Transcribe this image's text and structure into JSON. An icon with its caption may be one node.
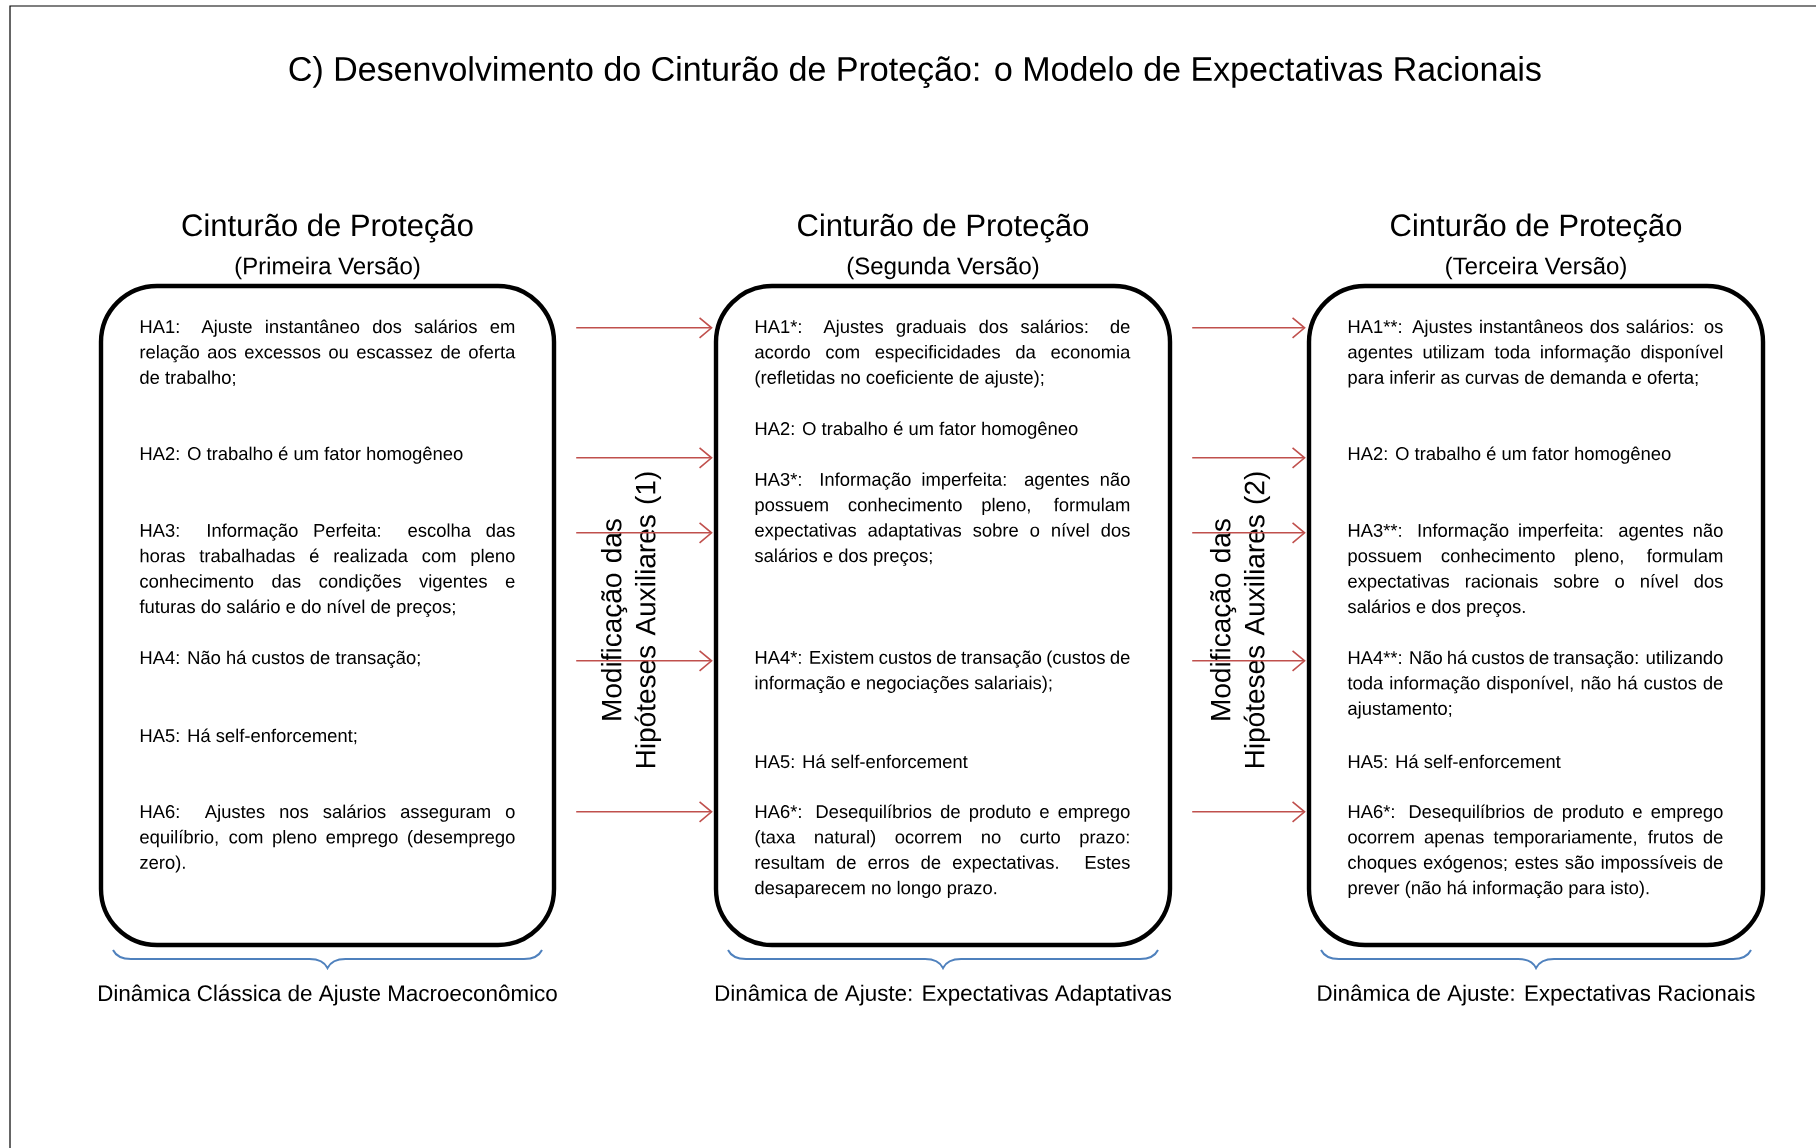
{
  "diagram": {
    "title": "C) Desenvolvimento do Cinturão de Proteção: o Modelo de Expectativas Racionais",
    "nodes": [
      {
        "text": [
          "Cinturão de Proteção",
          "(Primeira Versão)"
        ],
        "beside": [
          "Dinâmica Clássica de Ajuste Macroeconômico"
        ]
      },
      {
        "text": [
          "HA1: Ajuste instantâneo dos salários em relação aos excessos ou escassez de oferta de trabalho;"
        ],
        "in": 0
      },
      {
        "text": [
          "HA2: O trabalho é um fator homogêneo"
        ],
        "in": 0
      },
      {
        "text": [
          "HA3: Informação Perfeita: escolha das horas trabalhadas é realizada com pleno conhecimento das condições vigentes e futuras do salário e do nível de preços;"
        ],
        "in": 0
      },
      {
        "text": [
          "HA4: Não há custos de transação;"
        ],
        "in": 0
      },
      {
        "text": [
          "HA5: Há self-enforcement;"
        ],
        "in": 0
      },
      {
        "text": [
          "HA6: Ajustes nos salários asseguram o equilíbrio, com pleno emprego (desemprego zero)."
        ],
        "in": 0
      },
      {
        "text": [
          "Cinturão de Proteção",
          "(Segunda Versão)"
        ],
        "beside": [
          "Dinâmica de Ajuste: Expectativas Adaptativas"
        ]
      },
      {
        "text": [
          "HA1*: Ajustes graduais dos salários: de acordo com especificidades da economia (refletidas no coeficiente de ajuste);"
        ],
        "in": 7
      },
      {
        "text": [
          "HA2: O trabalho é um fator homogêneo"
        ],
        "in": 7
      },
      {
        "text": [
          "HA3*: Informação imperfeita: agentes não possuem conhecimento pleno, formulam expectativas adaptativas sobre o nível dos salários e dos preços;"
        ],
        "in": 7
      },
      {
        "text": [
          "HA4*: Existem custos de transação (custos de informação e negociações salariais);"
        ],
        "in": 7
      },
      {
        "text": [
          "HA5: Há self-enforcement"
        ],
        "in": 7
      },
      {
        "text": [
          "HA6*: Desequilíbrios de produto e emprego (taxa natural) ocorrem no curto prazo: resultam de erros de expectativas. Estes desaparecem no longo prazo."
        ],
        "in": 7
      },
      {
        "text": [
          "Cinturão de Proteção",
          "(Terceira Versão)"
        ],
        "beside": [
          "Dinâmica de Ajuste: Expectativas Racionais"
        ]
      },
      {
        "text": [
          "HA1**: Ajustes instantâneos dos salários: os agentes utilizam toda informação disponível para inferir as curvas de demanda e oferta;"
        ],
        "in": 14
      },
      {
        "text": [
          "HA2: O trabalho é um fator homogêneo"
        ],
        "in": 14
      },
      {
        "text": [
          "HA3**: Informação imperfeita: agentes não possuem conhecimento pleno, formulam expectativas racionais sobre o nível dos salários e dos preços."
        ],
        "in": 14
      },
      {
        "text": [
          "HA4**: Não há custos de transação: utilizando toda informação disponível, não há custos de ajustamento;"
        ],
        "in": 14
      },
      {
        "text": [
          "HA5: Há self-enforcement"
        ],
        "in": 14
      },
      {
        "text": [
          "HA6*: Desequilíbrios de produto e emprego ocorrem apenas temporariamente, frutos de choques exógenos; estes são impossíveis de prever (não há informação para isto)."
        ],
        "in": 14
      }
    ],
    "edges": [
      {
        "from": 0,
        "to": 7,
        "arrow": "to"
      },
      {
        "from": 0,
        "to": 7,
        "arrow": "to"
      },
      {
        "from": 0,
        "to": 7,
        "arrow": "to"
      },
      {
        "from": 0,
        "to": 7,
        "arrow": "to"
      },
      {
        "from": 0,
        "to": 7,
        "arrow": "to"
      },
      {
        "from": 7,
        "to": 14,
        "arrow": "to"
      },
      {
        "from": 7,
        "to": 14,
        "arrow": "to"
      },
      {
        "from": 7,
        "to": 14,
        "arrow": "to"
      },
      {
        "from": 7,
        "to": 14,
        "arrow": "to"
      },
      {
        "from": 7,
        "to": 14,
        "arrow": "to"
      }
    ],
    "labels": [
      "Modificação das Hipóteses Auxiliares (1)",
      "Modificação das Hipóteses Auxiliares (2)"
    ]
  }
}
